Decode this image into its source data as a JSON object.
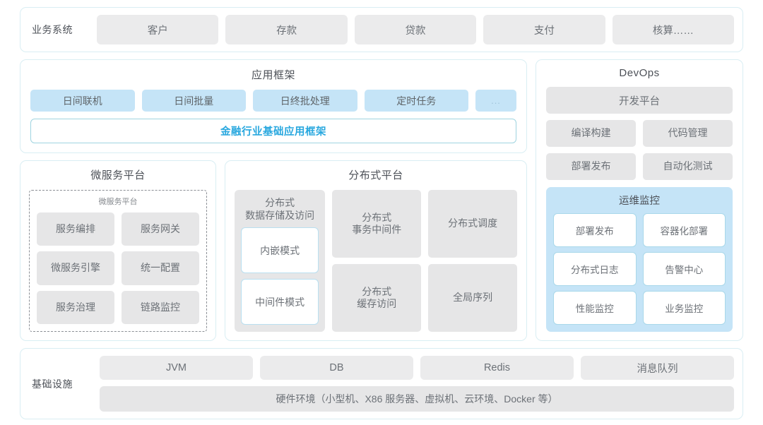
{
  "business_systems": {
    "label": "业务系统",
    "items": [
      "客户",
      "存款",
      "贷款",
      "支付",
      "核算……"
    ]
  },
  "application_framework": {
    "title": "应用框架",
    "chips": [
      "日间联机",
      "日间批量",
      "日终批处理",
      "定时任务",
      "..."
    ],
    "base_framework": "金融行业基础应用框架"
  },
  "microservice_platform": {
    "title": "微服务平台",
    "inner_title": "微服务平台",
    "items": [
      "服务编排",
      "服务网关",
      "微服务引擎",
      "统一配置",
      "服务治理",
      "链路监控"
    ]
  },
  "distributed_platform": {
    "title": "分布式平台",
    "storage": {
      "title": "分布式\n数据存储及访问",
      "title_line1": "分布式",
      "title_line2": "数据存储及访问",
      "modes": [
        "内嵌模式",
        "中间件模式"
      ]
    },
    "cells": [
      {
        "line1": "分布式",
        "line2": "事务中间件"
      },
      {
        "line1": "分布式调度",
        "line2": ""
      },
      {
        "line1": "分布式",
        "line2": "缓存访问"
      },
      {
        "line1": "全局序列",
        "line2": ""
      }
    ]
  },
  "devops": {
    "title": "DevOps",
    "platform": "开发平台",
    "pairs": [
      [
        "编译构建",
        "代码管理"
      ],
      [
        "部署发布",
        "自动化测试"
      ]
    ],
    "ops_monitoring": {
      "title": "运维监控",
      "items": [
        "部署发布",
        "容器化部署",
        "分布式日志",
        "告警中心",
        "性能监控",
        "业务监控"
      ]
    }
  },
  "infrastructure": {
    "label": "基础设施",
    "items": [
      "JVM",
      "DB",
      "Redis",
      "消息队列"
    ],
    "hardware": "硬件环境（小型机、X86 服务器、虚拟机、云环境、Docker 等）"
  },
  "colors": {
    "panel_border": "#d9eef3",
    "chip_gray": "#ebebec",
    "chip_blue": "#c5e4f7",
    "accent_blue": "#29a8df",
    "text": "#6c7177"
  }
}
